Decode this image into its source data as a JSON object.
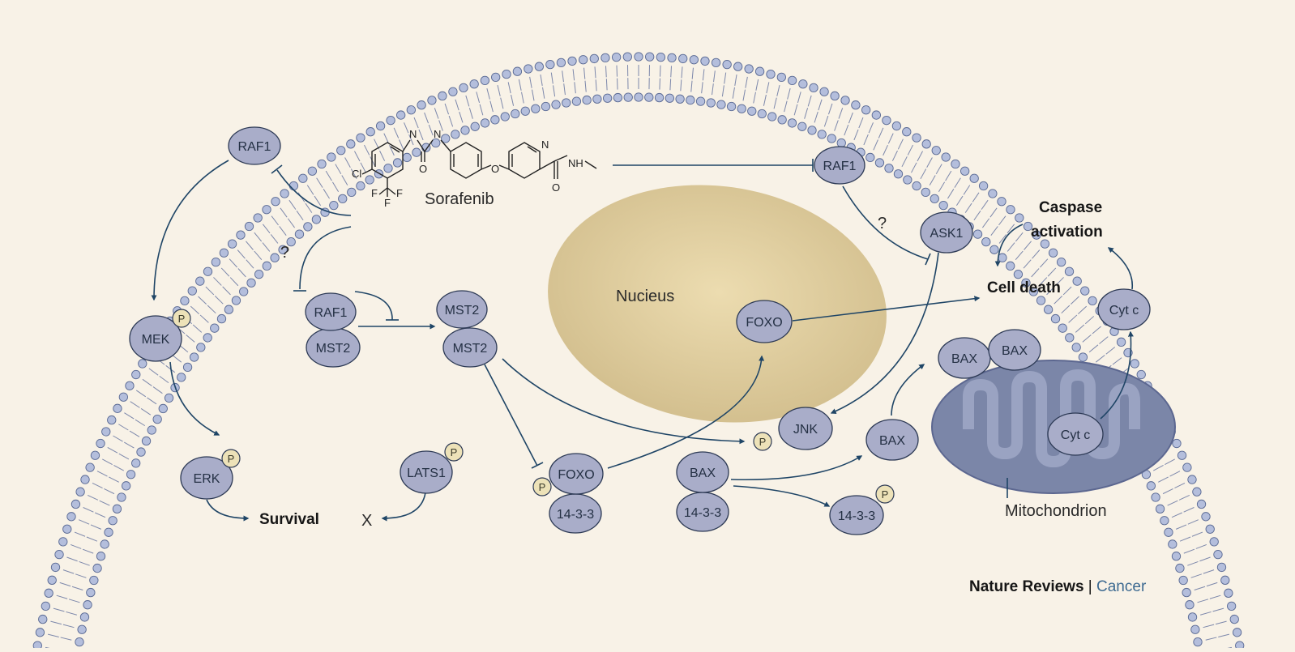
{
  "drug": {
    "name": "Sorafenib",
    "atoms": {
      "cl": "Cl",
      "n1": "N",
      "n2": "N",
      "o1": "O",
      "o2": "O",
      "o3": "O",
      "n3": "N",
      "nh": "NH",
      "f1": "F",
      "f2": "F",
      "f3": "F"
    }
  },
  "nodes": {
    "raf1_membrane": "RAF1",
    "raf1_right": "RAF1",
    "raf1_complex": "RAF1",
    "mst2_complex": "MST2",
    "mst2_dimer_top": "MST2",
    "mst2_dimer_bottom": "MST2",
    "mek": "MEK",
    "erk": "ERK",
    "lats1": "LATS1",
    "foxo_cyto": "FOXO",
    "protein_1433_foxo": "14-3-3",
    "bax_cyto": "BAX",
    "protein_1433_bax": "14-3-3",
    "protein_1433_free": "14-3-3",
    "bax_free": "BAX",
    "bax_mito_1": "BAX",
    "bax_mito_2": "BAX",
    "jnk": "JNK",
    "foxo_nucleus": "FOXO",
    "ask1": "ASK1",
    "cytc_mito": "Cyt c",
    "cytc_released": "Cyt c",
    "phospho": "P"
  },
  "labels": {
    "nucleus": "Nucieus",
    "mitochondrion": "Mitochondrion",
    "survival": "Survival",
    "cell_death": "Cell death",
    "caspase_line1": "Caspase",
    "caspase_line2": "activation",
    "blocked": "X",
    "question_left": "?",
    "question_right": "?"
  },
  "footer": {
    "journal": "Nature Reviews",
    "separator": " | ",
    "section": "Cancer"
  },
  "colors": {
    "background": "#f8f2e7",
    "protein_fill": "#a9adc9",
    "protein_stroke": "#2d3a55",
    "phospho_fill": "#ede2b8",
    "arrow": "#1f4566",
    "membrane_head": "#b4bedc",
    "nucleus": "#d9c79b",
    "mitochondrion": "#7b86a8",
    "footer_accent": "#3d6a91"
  }
}
